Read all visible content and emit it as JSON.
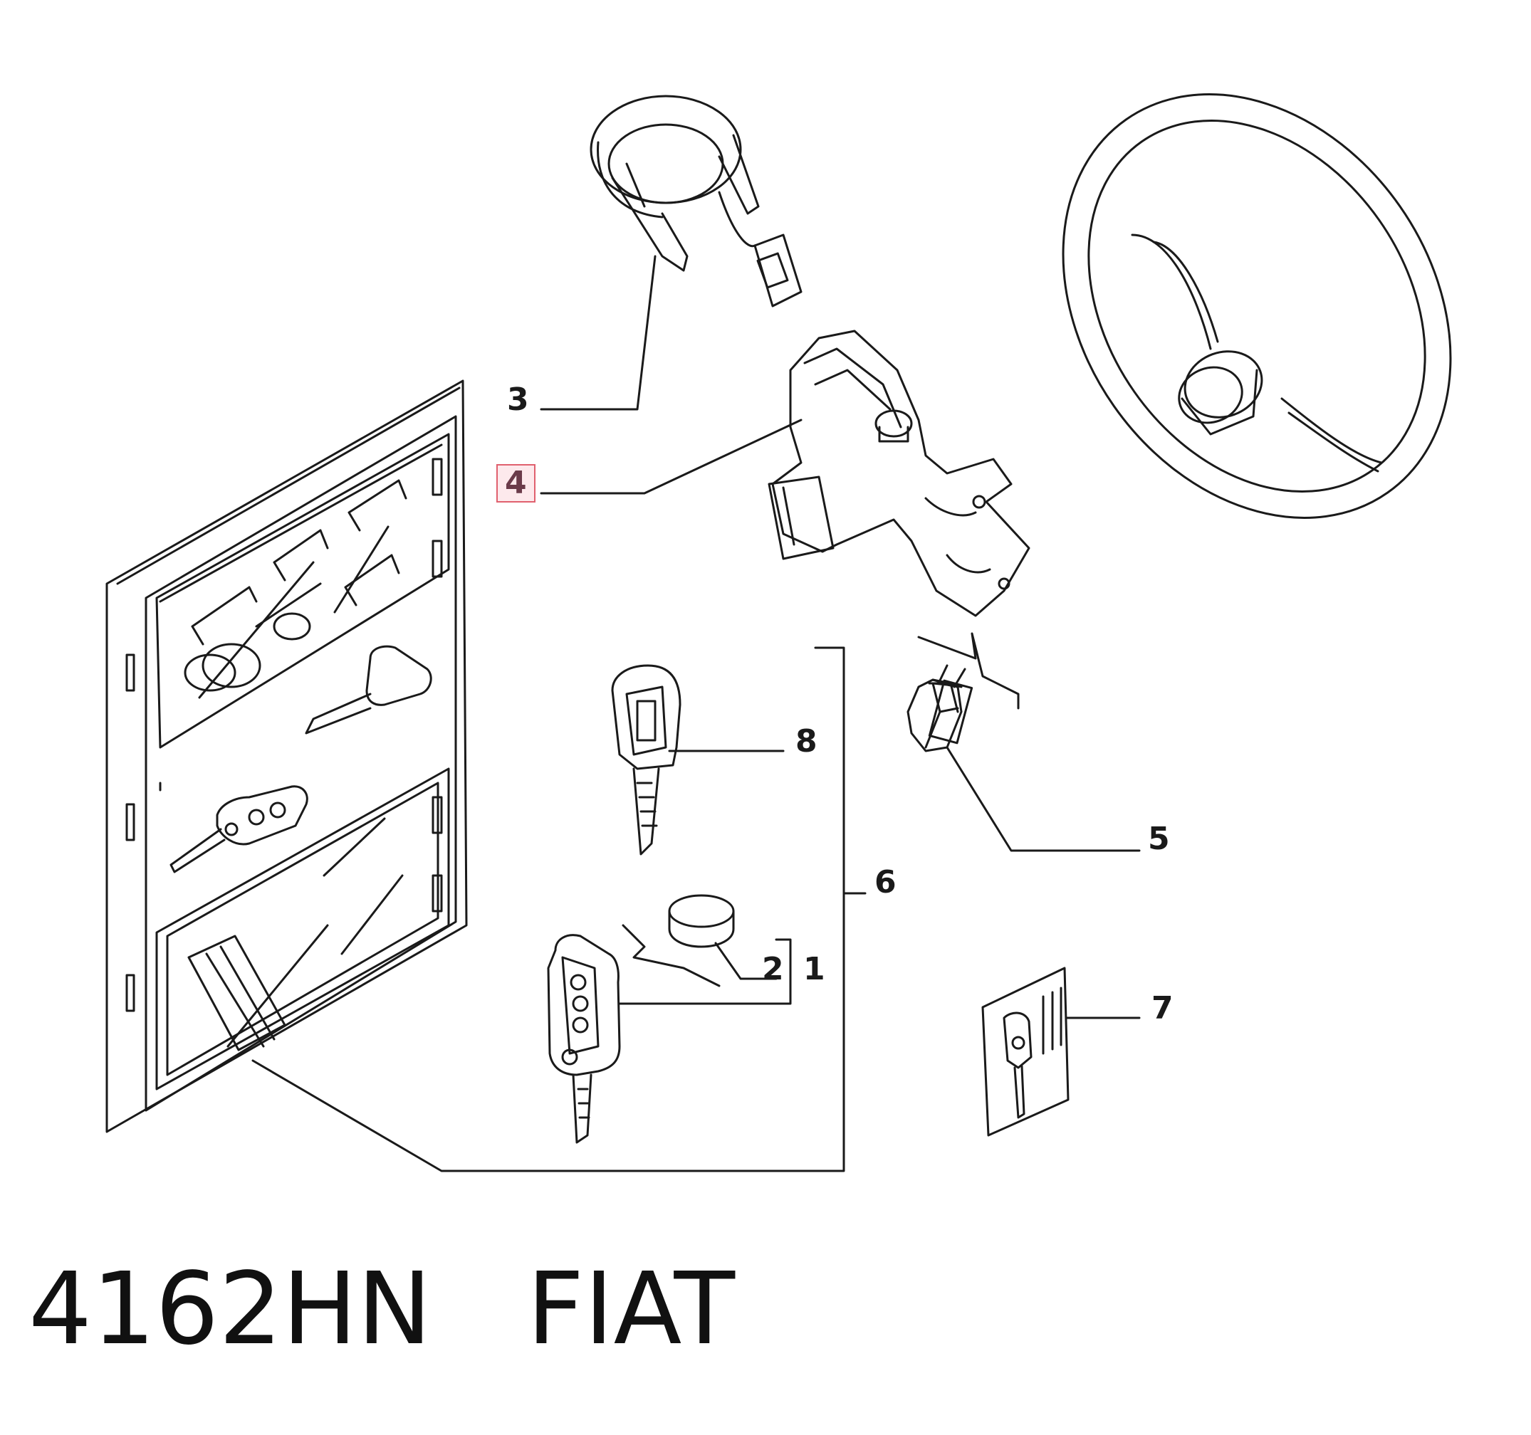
{
  "callouts": [
    {
      "id": "1",
      "label": "1",
      "highlight": false
    },
    {
      "id": "2",
      "label": "2",
      "highlight": false
    },
    {
      "id": "3",
      "label": "3",
      "highlight": false
    },
    {
      "id": "4",
      "label": "4",
      "highlight": true
    },
    {
      "id": "5",
      "label": "5",
      "highlight": false
    },
    {
      "id": "6",
      "label": "6",
      "highlight": false
    },
    {
      "id": "7",
      "label": "7",
      "highlight": false
    },
    {
      "id": "8",
      "label": "8",
      "highlight": false
    }
  ],
  "footer": {
    "part_number": "4162HN",
    "brand": "FIAT"
  },
  "colors": {
    "line": "#1a1a1a",
    "highlight_border": "#e0606e",
    "highlight_fill": "#fde9ec"
  }
}
